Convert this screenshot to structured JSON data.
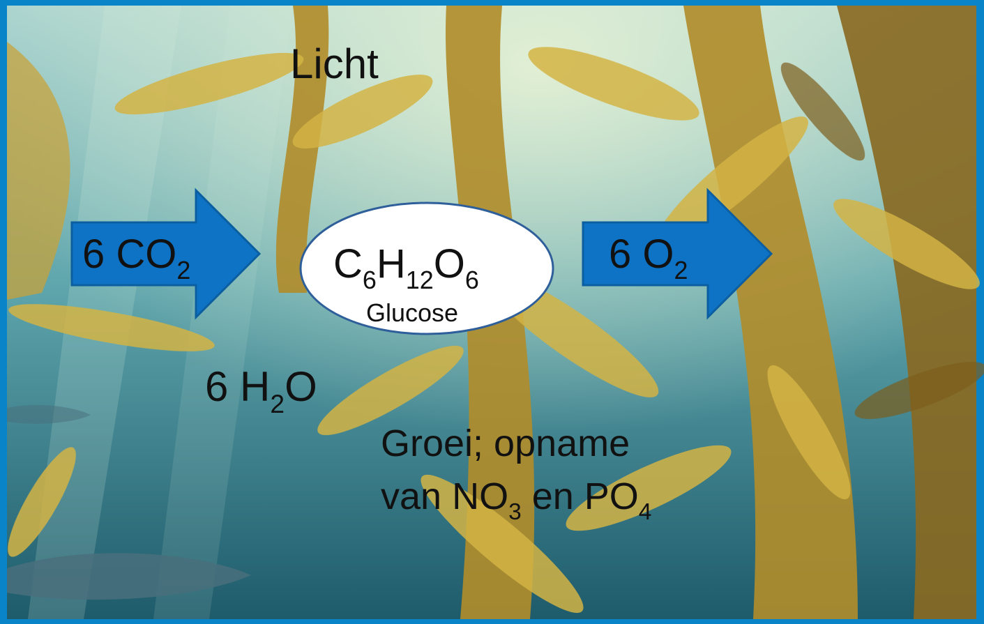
{
  "diagram": {
    "light_label": "Licht",
    "input_co2": {
      "count": "6",
      "formula": "CO",
      "subscript": "2"
    },
    "product": {
      "formula_parts": [
        {
          "el": "C",
          "sub": "6"
        },
        {
          "el": "H",
          "sub": "12"
        },
        {
          "el": "O",
          "sub": "6"
        }
      ],
      "name": "Glucose"
    },
    "output_o2": {
      "count": "6",
      "formula": "O",
      "subscript": "2"
    },
    "water": {
      "count": "6",
      "formula_a": "H",
      "subscript": "2",
      "formula_b": "O"
    },
    "growth": {
      "line1": "Groei; opname",
      "line2_a": "van NO",
      "line2_sub_a": "3",
      "line2_b": " en PO",
      "line2_sub_b": "4"
    }
  },
  "colors": {
    "frame": "#0a84c9",
    "water_deep": "#1d5f73",
    "water_light": "#8fc7c8",
    "kelp": "#b8962a",
    "arrow_fill": "#0e73c4",
    "arrow_stroke": "#0b5ea0",
    "ellipse_fill": "#ffffff",
    "ellipse_stroke": "#2f5f9a"
  }
}
